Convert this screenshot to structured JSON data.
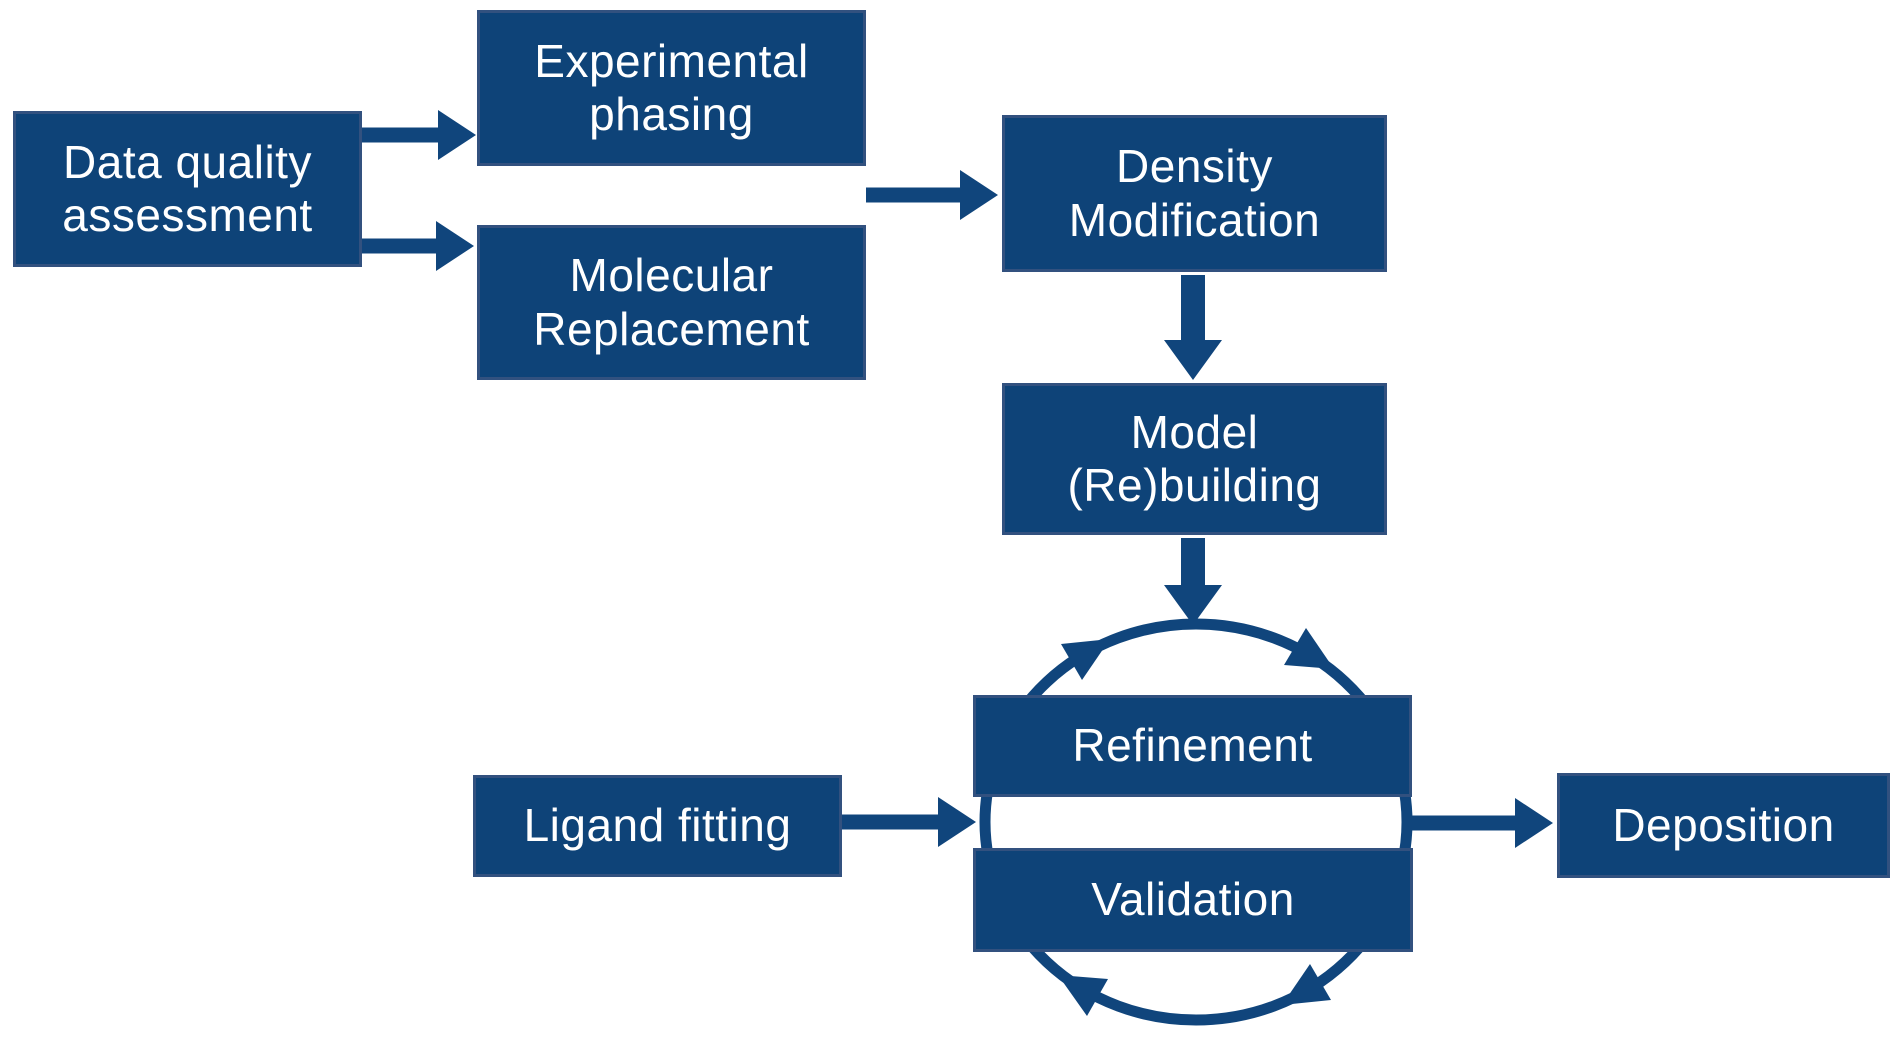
{
  "diagram": {
    "description": "Crystallographic structure determination workflow flowchart",
    "colors": {
      "box_fill": "#0e4378",
      "box_border": "#32517f",
      "arrow": "#10457c",
      "text": "#ffffff",
      "background": "#ffffff"
    },
    "nodes": [
      {
        "id": "data-quality-assessment",
        "label": "Data quality\nassessment"
      },
      {
        "id": "experimental-phasing",
        "label": "Experimental\nphasing"
      },
      {
        "id": "molecular-replacement",
        "label": "Molecular\nReplacement"
      },
      {
        "id": "density-modification",
        "label": "Density\nModification"
      },
      {
        "id": "model-rebuilding",
        "label": "Model\n(Re)building"
      },
      {
        "id": "refinement",
        "label": "Refinement"
      },
      {
        "id": "validation",
        "label": "Validation"
      },
      {
        "id": "ligand-fitting",
        "label": "Ligand fitting"
      },
      {
        "id": "deposition",
        "label": "Deposition"
      }
    ],
    "edges": [
      {
        "from": "data-quality-assessment",
        "to": "experimental-phasing"
      },
      {
        "from": "data-quality-assessment",
        "to": "molecular-replacement"
      },
      {
        "from": "experimental-phasing / molecular-replacement",
        "to": "density-modification"
      },
      {
        "from": "density-modification",
        "to": "model-rebuilding"
      },
      {
        "from": "model-rebuilding",
        "to": "refinement-validation-cycle"
      },
      {
        "from": "ligand-fitting",
        "to": "refinement-validation-cycle"
      },
      {
        "from": "refinement-validation-cycle",
        "to": "deposition"
      },
      {
        "from": "refinement",
        "to": "validation",
        "type": "clockwise-cycle"
      }
    ]
  }
}
